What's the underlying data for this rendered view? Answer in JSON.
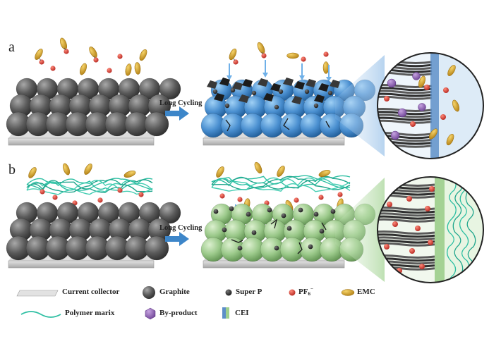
{
  "panels": [
    {
      "label": "a",
      "arrow_label": "Long Cycling"
    },
    {
      "label": "b",
      "arrow_label": "Long Cycling"
    }
  ],
  "legend": {
    "current_collector": "Current collector",
    "graphite": "Graphite",
    "super_p": "Super P",
    "pf6": "PF",
    "pf6_sub": "6",
    "pf6_sup": "−",
    "emc": "EMC",
    "polymer": "Polymer marix",
    "byproduct": "By-product",
    "cei": "CEI"
  },
  "colors": {
    "graphite_dark": "#4a4a4a",
    "graphite_light": "#8a8a8a",
    "cycled_blue": "#4a8fd0",
    "cycled_green": "#9bc98a",
    "pf6_red": "#d8342a",
    "emc_gold": "#d9a21e",
    "polymer_teal": "#2ebfa3",
    "byproduct_purple": "#8a5fb0",
    "cei_blue": "#5d8fc8",
    "cei_green": "#9fd08e",
    "arrow_blue": "#3d86c9",
    "collector_gray": "#c8c8c8"
  }
}
